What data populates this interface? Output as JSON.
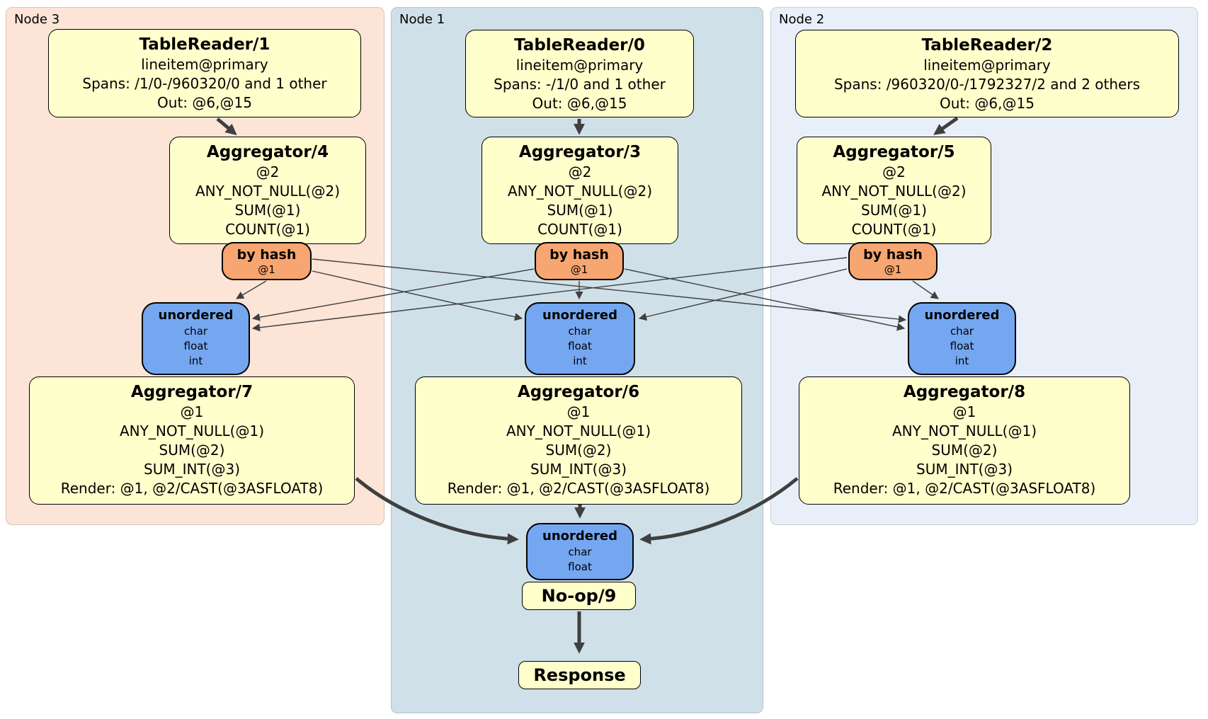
{
  "colors": {
    "processor_fill": "#ffffcc",
    "router_fill": "#f7a571",
    "sync_fill": "#74a7f0",
    "node3_bg": "#fce4d6",
    "node1_bg": "#cfe0e9",
    "node2_bg": "#e9eff8",
    "edge": "#3f3f3f"
  },
  "nodes": [
    {
      "label": "Node 3",
      "table_reader": {
        "title": "TableReader/1",
        "lines": [
          "lineitem@primary",
          "Spans: /1/0-/960320/0 and 1 other",
          "Out: @6,@15"
        ]
      },
      "aggregator_top": {
        "title": "Aggregator/4",
        "lines": [
          "@2",
          "ANY_NOT_NULL(@2)",
          "SUM(@1)",
          "COUNT(@1)"
        ]
      },
      "router": {
        "title": "by hash",
        "subtitle": "@1"
      },
      "sync": {
        "title": "unordered",
        "lines": [
          "char",
          "float",
          "int"
        ]
      },
      "aggregator_bottom": {
        "title": "Aggregator/7",
        "lines": [
          "@1",
          "ANY_NOT_NULL(@1)",
          "SUM(@2)",
          "SUM_INT(@3)",
          "Render: @1, @2/CAST(@3ASFLOAT8)"
        ]
      }
    },
    {
      "label": "Node 1",
      "table_reader": {
        "title": "TableReader/0",
        "lines": [
          "lineitem@primary",
          "Spans: -/1/0 and 1 other",
          "Out: @6,@15"
        ]
      },
      "aggregator_top": {
        "title": "Aggregator/3",
        "lines": [
          "@2",
          "ANY_NOT_NULL(@2)",
          "SUM(@1)",
          "COUNT(@1)"
        ]
      },
      "router": {
        "title": "by hash",
        "subtitle": "@1"
      },
      "sync": {
        "title": "unordered",
        "lines": [
          "char",
          "float",
          "int"
        ]
      },
      "aggregator_bottom": {
        "title": "Aggregator/6",
        "lines": [
          "@1",
          "ANY_NOT_NULL(@1)",
          "SUM(@2)",
          "SUM_INT(@3)",
          "Render: @1, @2/CAST(@3ASFLOAT8)"
        ]
      }
    },
    {
      "label": "Node 2",
      "table_reader": {
        "title": "TableReader/2",
        "lines": [
          "lineitem@primary",
          "Spans: /960320/0-/1792327/2 and 2 others",
          "Out: @6,@15"
        ]
      },
      "aggregator_top": {
        "title": "Aggregator/5",
        "lines": [
          "@2",
          "ANY_NOT_NULL(@2)",
          "SUM(@1)",
          "COUNT(@1)"
        ]
      },
      "router": {
        "title": "by hash",
        "subtitle": "@1"
      },
      "sync": {
        "title": "unordered",
        "lines": [
          "char",
          "float",
          "int"
        ]
      },
      "aggregator_bottom": {
        "title": "Aggregator/8",
        "lines": [
          "@1",
          "ANY_NOT_NULL(@1)",
          "SUM(@2)",
          "SUM_INT(@3)",
          "Render: @1, @2/CAST(@3ASFLOAT8)"
        ]
      }
    }
  ],
  "final_stage": {
    "sync": {
      "title": "unordered",
      "lines": [
        "char",
        "float"
      ]
    },
    "noop_label": "No-op/9",
    "response_label": "Response"
  }
}
